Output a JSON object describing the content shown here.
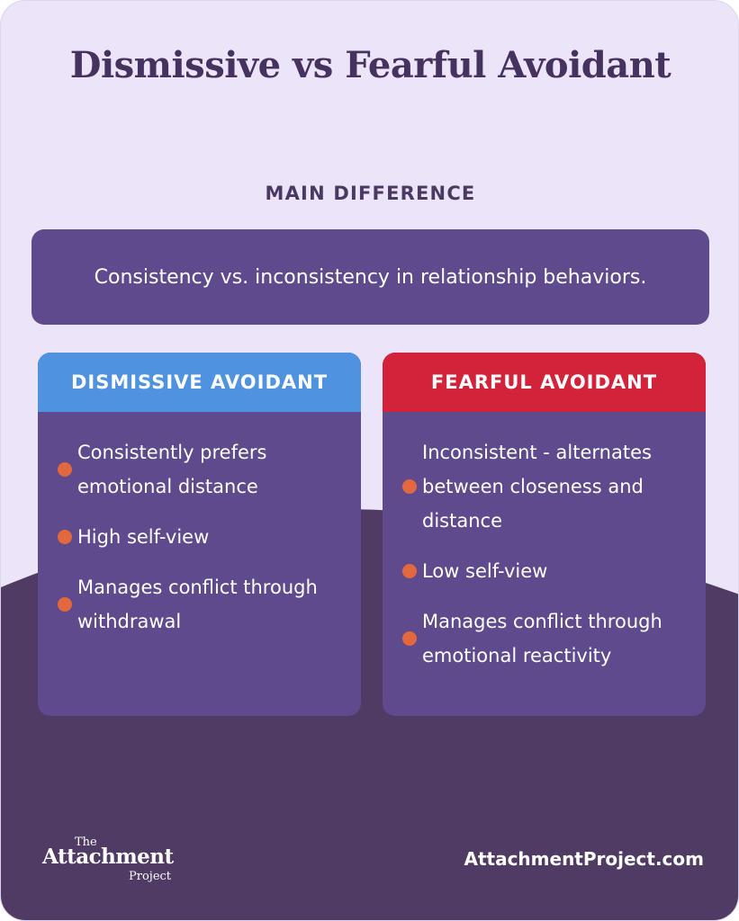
{
  "title": "Dismissive vs Fearful Avoidant",
  "main_difference": {
    "label": "MAIN DIFFERENCE",
    "text": "Consistency vs. inconsistency in relationship behaviors."
  },
  "dismissive": {
    "header": "DISMISSIVE AVOIDANT",
    "header_color": "#4f93e0",
    "items": [
      "Consistently prefers emotional distance",
      "High self-view",
      "Manages conflict through withdrawal"
    ]
  },
  "fearful": {
    "header": "FEARFUL AVOIDANT",
    "header_color": "#d2233a",
    "items": [
      "Inconsistent - alternates between closeness and distance",
      "Low self-view",
      "Manages conflict through emotional reactivity"
    ]
  },
  "colors": {
    "background_light": "#ece4f8",
    "background_dark": "#4f3b63",
    "panel": "#5e4a8c",
    "bullet": "#e2683f",
    "title": "#46325e"
  },
  "footer": {
    "logo_the": "The",
    "logo_main": "Attachment",
    "logo_project": "Project",
    "url": "AttachmentProject.com"
  }
}
